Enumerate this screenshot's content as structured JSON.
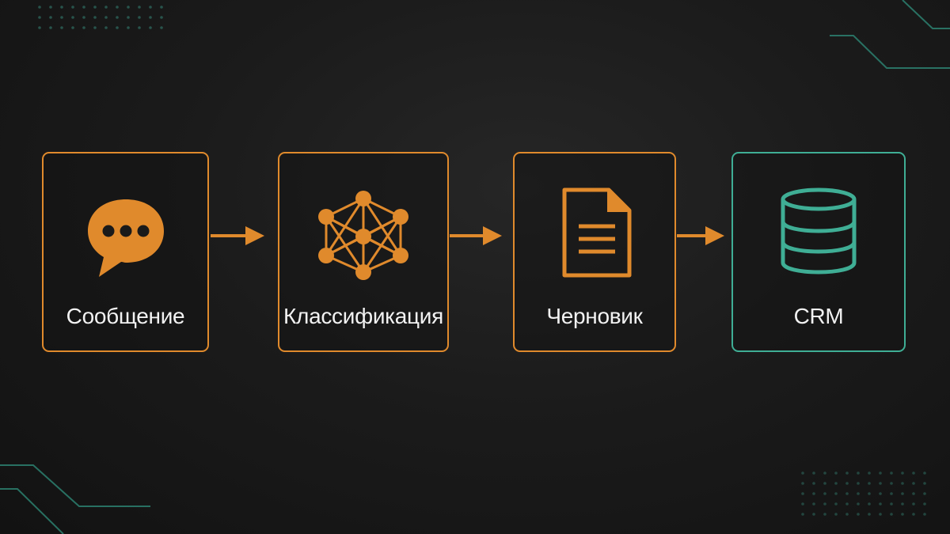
{
  "diagram": {
    "steps": [
      {
        "label": "Сообщение",
        "icon": "chat-bubble-icon",
        "accent": "#e08a2c"
      },
      {
        "label": "Классификация",
        "icon": "network-graph-icon",
        "accent": "#e08a2c"
      },
      {
        "label": "Черновик",
        "icon": "document-icon",
        "accent": "#e08a2c"
      },
      {
        "label": "CRM",
        "icon": "database-icon",
        "accent": "#3fae95"
      }
    ],
    "connector_color": "#e08a2c",
    "decor_color": "#3fae95",
    "background": "#161616"
  }
}
